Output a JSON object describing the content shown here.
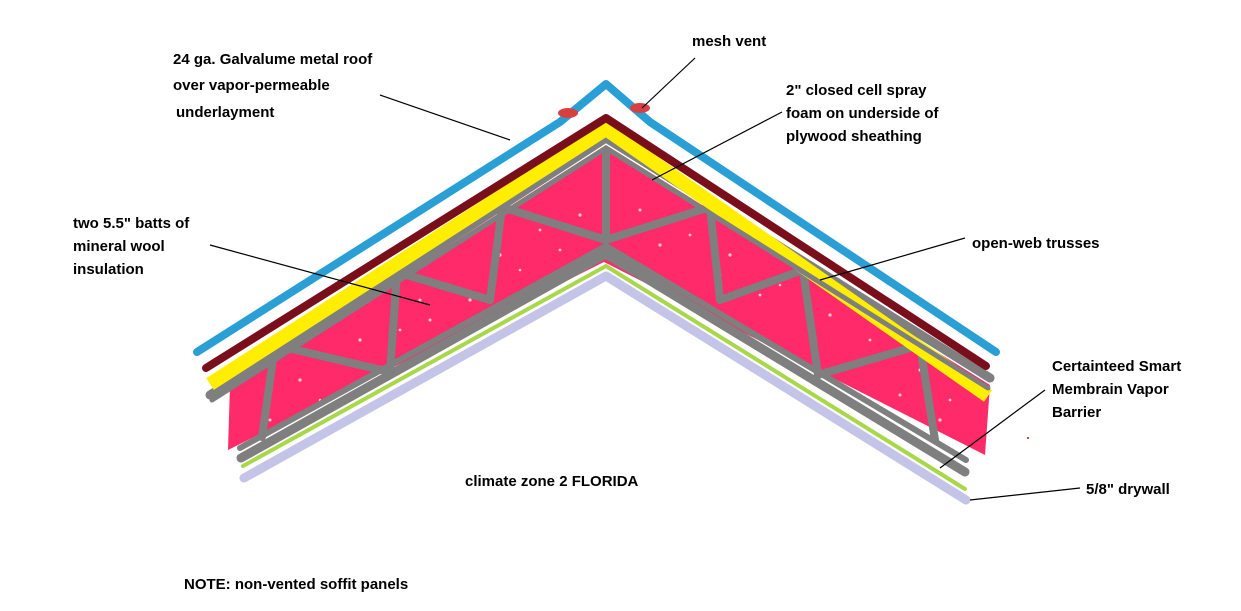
{
  "labels": {
    "roof": {
      "line1": "24 ga. Galvalume metal roof",
      "line2": "over vapor-permeable",
      "line3": "underlayment"
    },
    "vent": "mesh vent",
    "foam": {
      "line1": "2\" closed cell spray",
      "line2": "foam on underside of",
      "line3": "plywood sheathing"
    },
    "batts": {
      "line1": "two 5.5\" batts of",
      "line2": "mineral wool",
      "line3": "insulation"
    },
    "trusses": "open-web trusses",
    "membrane": {
      "line1": "Certainteed Smart",
      "line2": "Membrain Vapor",
      "line3": "Barrier"
    },
    "drywall": "5/8\" drywall",
    "climate": "climate  zone 2 FLORIDA",
    "note": "NOTE: non-vented soffit panels"
  },
  "colors": {
    "roof": "#2a9fd6",
    "sheathing": "#7a0f1c",
    "foam": "#ffee00",
    "insulation": "#ff2a6a",
    "truss": "#7f7f7f",
    "membrane": "#a8d84a",
    "drywall": "#c4c4e8",
    "vent": "#d84040",
    "leader": "#000000"
  }
}
